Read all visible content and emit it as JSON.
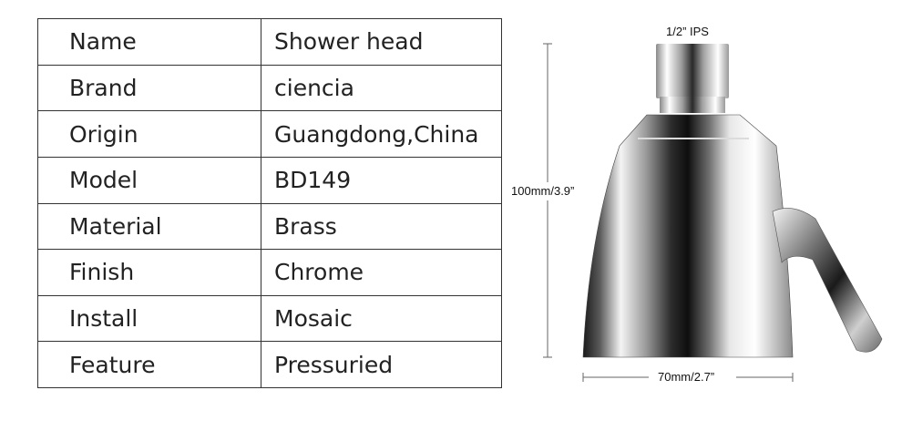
{
  "specs": [
    {
      "key": "Name",
      "value": "Shower head"
    },
    {
      "key": "Brand",
      "value": "ciencia"
    },
    {
      "key": "Origin",
      "value": "Guangdong,China"
    },
    {
      "key": "Model",
      "value": "BD149"
    },
    {
      "key": "Material",
      "value": "Brass"
    },
    {
      "key": "Finish",
      "value": "Chrome"
    },
    {
      "key": "Install",
      "value": "Mosaic"
    },
    {
      "key": "Feature",
      "value": "Pressuried"
    }
  ],
  "dimensions": {
    "connector": "1/2” IPS",
    "height": "100mm/3.9”",
    "width": "70mm/2.7”"
  },
  "product_image": {
    "icon": "chrome-shower-head-illustration"
  }
}
